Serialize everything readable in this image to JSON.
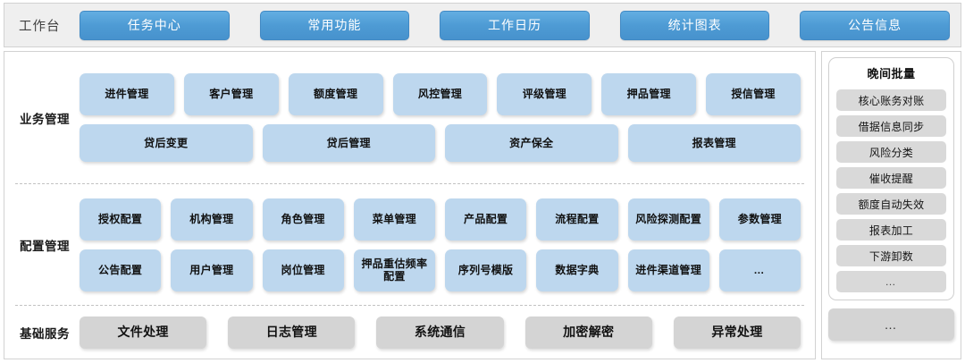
{
  "topbar": {
    "title": "工作台",
    "buttons": [
      {
        "label": "任务中心"
      },
      {
        "label": "常用功能"
      },
      {
        "label": "工作日历"
      },
      {
        "label": "统计图表"
      },
      {
        "label": "公告信息"
      }
    ]
  },
  "sections": {
    "business": {
      "label": "业务管理",
      "row1": [
        {
          "label": "进件管理"
        },
        {
          "label": "客户管理"
        },
        {
          "label": "额度管理"
        },
        {
          "label": "风控管理"
        },
        {
          "label": "评级管理"
        },
        {
          "label": "押品管理"
        },
        {
          "label": "授信管理"
        }
      ],
      "row2": [
        {
          "label": "贷后变更"
        },
        {
          "label": "贷后管理"
        },
        {
          "label": "资产保全"
        },
        {
          "label": "报表管理"
        }
      ]
    },
    "config": {
      "label": "配置管理",
      "row1": [
        {
          "label": "授权配置"
        },
        {
          "label": "机构管理"
        },
        {
          "label": "角色管理"
        },
        {
          "label": "菜单管理"
        },
        {
          "label": "产品配置"
        },
        {
          "label": "流程配置"
        },
        {
          "label": "风险探测配置"
        },
        {
          "label": "参数管理"
        }
      ],
      "row2": [
        {
          "label": "公告配置"
        },
        {
          "label": "用户管理"
        },
        {
          "label": "岗位管理"
        },
        {
          "label": "押品重估频率配置"
        },
        {
          "label": "序列号模版"
        },
        {
          "label": "数据字典"
        },
        {
          "label": "进件渠道管理"
        },
        {
          "label": "…"
        }
      ]
    },
    "base": {
      "label": "基础服务",
      "row1": [
        {
          "label": "文件处理"
        },
        {
          "label": "日志管理"
        },
        {
          "label": "系统通信"
        },
        {
          "label": "加密解密"
        },
        {
          "label": "异常处理"
        }
      ]
    }
  },
  "right_panel": {
    "batch": {
      "title": "晚间批量",
      "items": [
        {
          "label": "核心账务对账"
        },
        {
          "label": "借据信息同步"
        },
        {
          "label": "风险分类"
        },
        {
          "label": "催收提醒"
        },
        {
          "label": "额度自动失效"
        },
        {
          "label": "报表加工"
        },
        {
          "label": "下游卸数"
        },
        {
          "label": "…"
        }
      ]
    },
    "more_label": "…"
  },
  "colors": {
    "nav_button": "#4e9bd4",
    "tile_blue": "#bdd7ee",
    "tile_gray": "#d4d4d4",
    "batch_item": "#d9d9d9",
    "topbar_bg": "#efefef",
    "border": "#d2d2d2"
  }
}
